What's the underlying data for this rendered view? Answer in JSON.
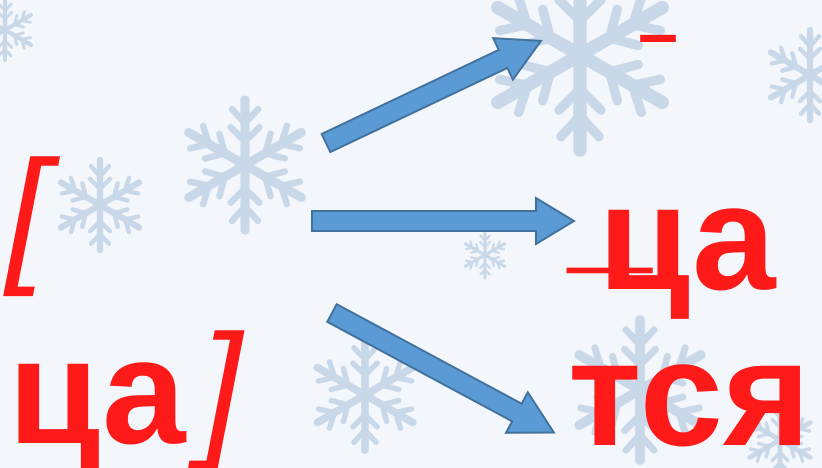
{
  "slide": {
    "bracket_open": "[",
    "left_word": "ца",
    "bracket_close": "]",
    "top_right_mark": "–",
    "middle_right": "ца",
    "middle_right_underline": "_",
    "bottom_right": "тся"
  },
  "colors": {
    "text": "#ff1a1a",
    "arrow_fill": "#5b9bd5",
    "arrow_stroke": "#41719c",
    "snowflake": "#c9d8e8",
    "background": "#f3f7fb"
  },
  "icons": [
    "snowflake-icon",
    "arrow-right-icon"
  ]
}
